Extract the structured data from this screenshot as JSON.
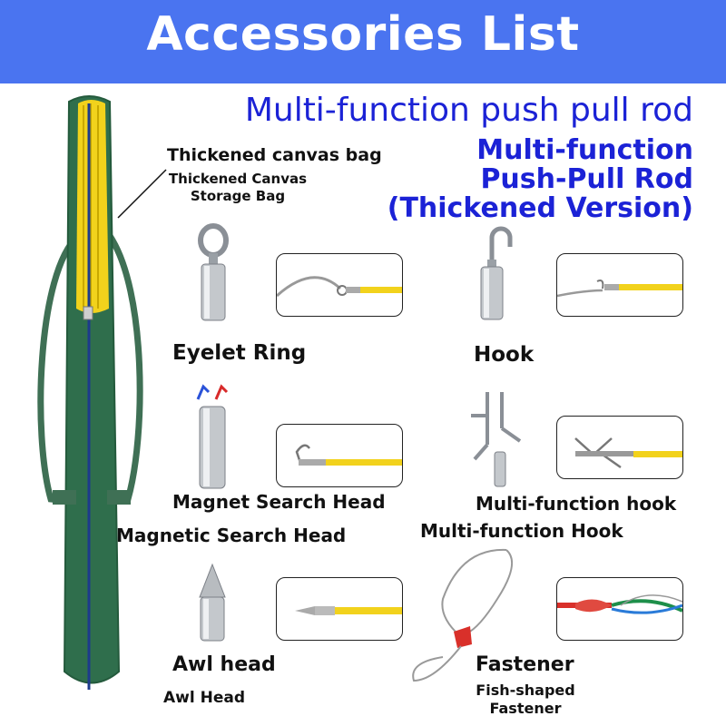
{
  "header": {
    "title": "Accessories List"
  },
  "product": {
    "title_line": "Multi-function push pull rod",
    "title_lines": [
      "Multi-function",
      "Push-Pull Rod",
      "(Thickened Version)"
    ]
  },
  "bag": {
    "label": "Thickened canvas bag",
    "sublabel_lines": [
      "Thickened Canvas",
      "Storage Bag"
    ],
    "color": "#2f6e4c"
  },
  "accessories": {
    "eyelet_ring": {
      "label": "Eyelet Ring"
    },
    "hook": {
      "label": "Hook"
    },
    "magnet_head": {
      "label": "Magnet Search Head",
      "sublabel": "Magnetic Search Head"
    },
    "multi_hook": {
      "label": "Multi-function hook",
      "sublabel": "Multi-function Hook"
    },
    "awl_head": {
      "label": "Awl head",
      "sublabel": "Awl Head"
    },
    "fastener": {
      "label": "Fastener",
      "sublabel_lines": [
        "Fish-shaped",
        "Fastener"
      ]
    }
  },
  "colors": {
    "banner": "#4a74f0",
    "title_blue": "#1b22d6",
    "rod_yellow": "#f2d21c"
  }
}
